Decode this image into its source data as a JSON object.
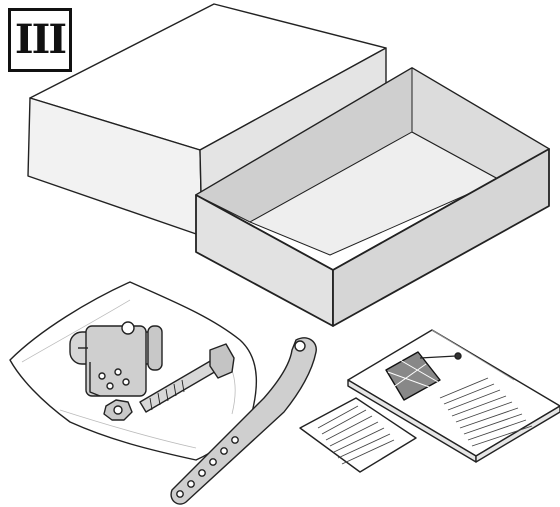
{
  "step_label": "III",
  "parts": [
    {
      "name": "box-lid"
    },
    {
      "name": "box-base"
    },
    {
      "name": "hinge-bracket-in-bag"
    },
    {
      "name": "bolt-and-nut"
    },
    {
      "name": "door-arm-bar"
    },
    {
      "name": "instruction-booklet"
    },
    {
      "name": "note-leaflet"
    }
  ]
}
